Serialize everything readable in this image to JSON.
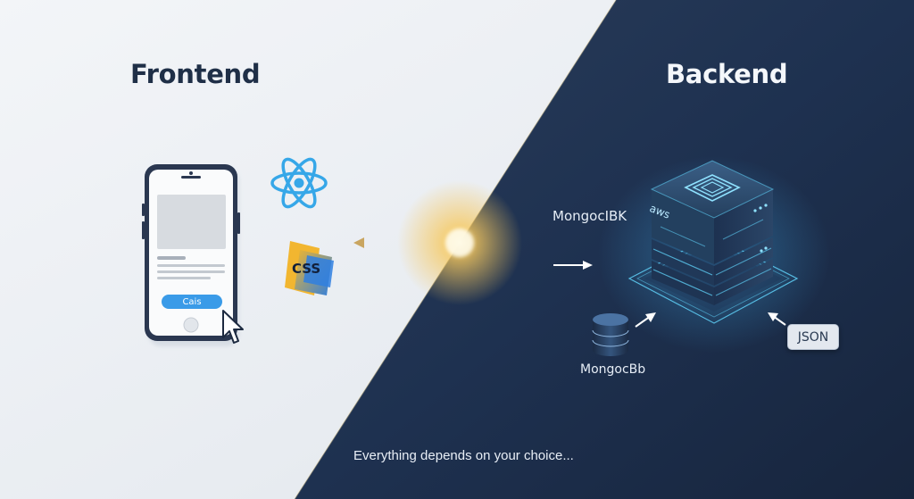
{
  "frontend": {
    "title": "Frontend",
    "phone_button_label": "Cais",
    "css_logo_text": "CSS"
  },
  "backend": {
    "title": "Backend",
    "mongo_label_top": "MongocIBK",
    "mongo_label_bottom": "MongocBb",
    "server_logo_text": "aws",
    "json_badge": "JSON"
  },
  "tagline": "Everything depends on your choice...",
  "colors": {
    "frontend_bg": "#eef1f5",
    "backend_bg": "#1c2d48",
    "accent_glow": "#f5c45a",
    "server_cyan": "#5cc9f0",
    "phone_button": "#3a9be8"
  }
}
